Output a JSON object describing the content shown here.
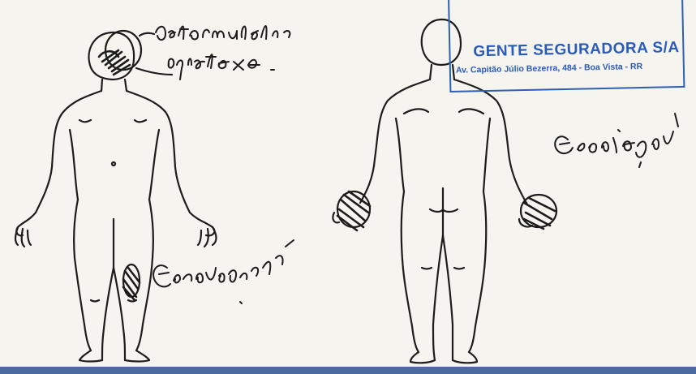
{
  "stamp": {
    "company": "GENTE SEGURADORA S/A",
    "address": "Av. Capitão Júlio Bezerra, 484 - Boa Vista - RR"
  },
  "annotations": {
    "head_note": "deformidade e epistaxe",
    "left_leg_note": "Escoriações",
    "back_note": "Escoriações"
  },
  "colors": {
    "paper": "#f6f4ee",
    "ink": "#1c1c1c",
    "stamp": "#2a5bb8",
    "rule": "#4b6aa0"
  }
}
